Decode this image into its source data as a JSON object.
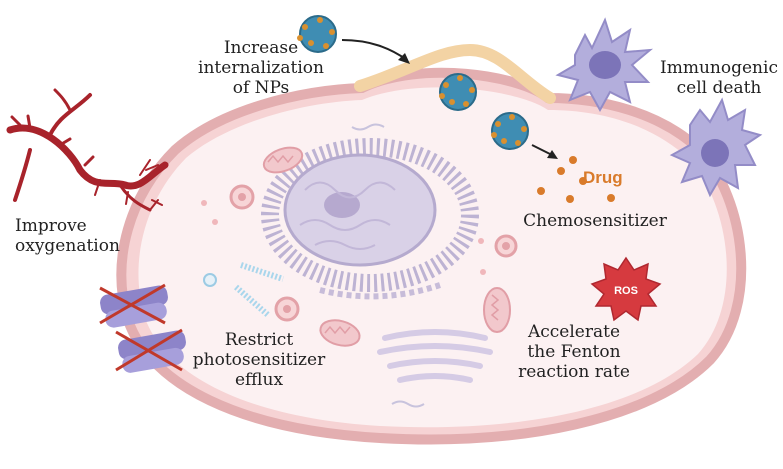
{
  "labels": {
    "internalization": "Increase\ninternalization\nof NPs",
    "immunogenic": "Immunogenic\ncell death",
    "oxygenation": "Improve\noxygenation",
    "drug": "Drug",
    "chemosensitizer": "Chemosensitizer",
    "efflux": "Restrict\nphotosensitizer\nefflux",
    "fenton": "Accelerate\nthe Fenton\nreaction rate",
    "ros": "ROS"
  },
  "colors": {
    "membrane": "#e8b9b9",
    "cytoplasm": "#fbeff0",
    "membrane_bump": "#f6d9a9",
    "nucleus": "#c9bfd9",
    "nanoparticle": "#3f8db3",
    "drug": "#d97b2b",
    "vessel": "#a8232b",
    "immune_cell": "#b3aedc",
    "efflux_pump": "#8d84c9",
    "cross": "#c0392b",
    "ros_burst": "#d63a3f"
  }
}
